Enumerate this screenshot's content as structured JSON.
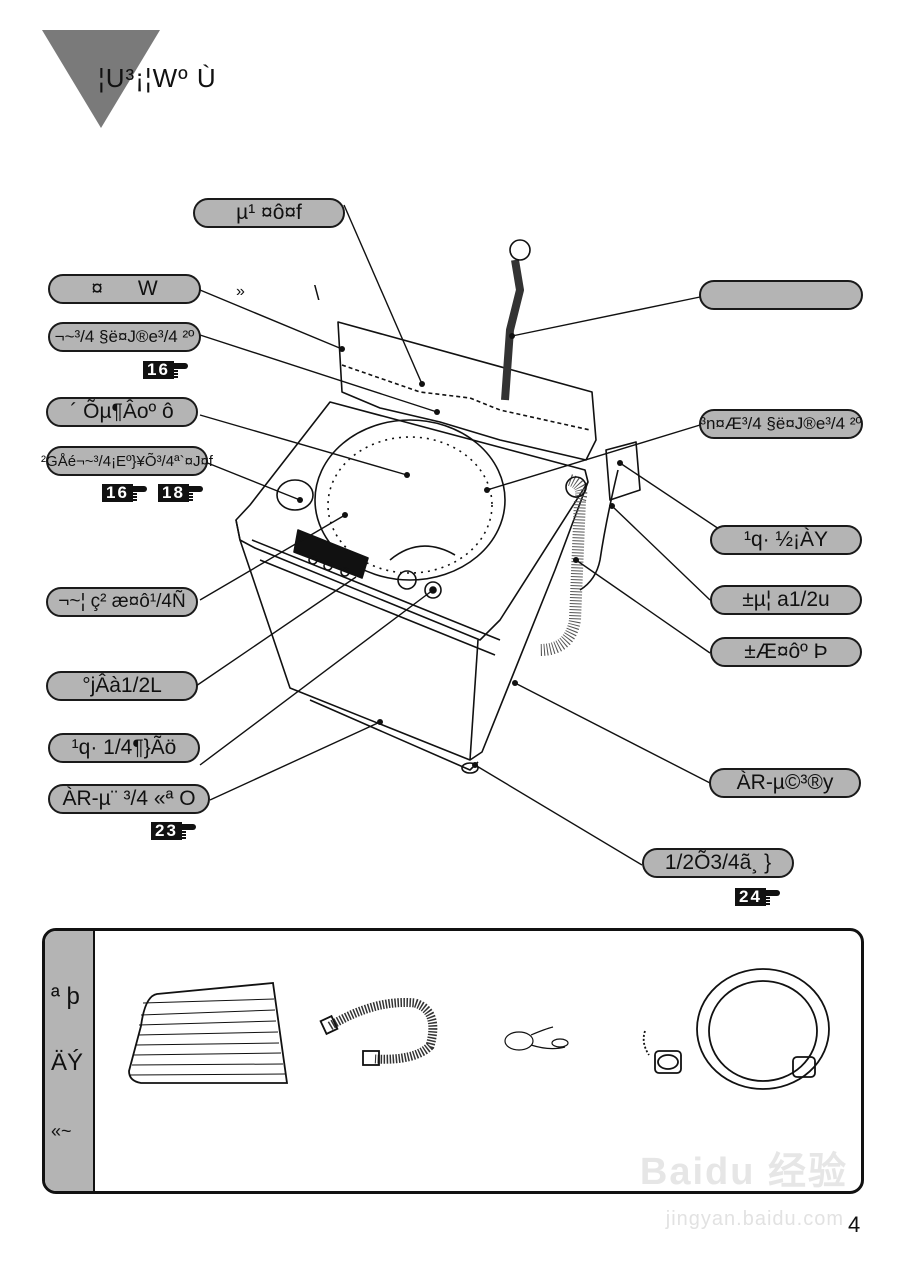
{
  "header": {
    "title": "¦U³¡¦Wº Ù"
  },
  "callouts_left": [
    {
      "id": "top-cover",
      "label": "¤      W"
    },
    {
      "id": "detergent-box",
      "label": "¬~³/4 §ë¤J®e³/4 ²º",
      "refs": [
        "16"
      ]
    },
    {
      "id": "lint-filter",
      "label": "´ Õµ¶Âoº ô"
    },
    {
      "id": "softener-box",
      "label": "²GÅé¬~³/4¡Eº}¥Õ³/4ª`¤J¤f",
      "refs": [
        "16",
        "18"
      ]
    },
    {
      "id": "wash-tub",
      "label": "¬~¦ ç² æ¤ô¹/4Ñ"
    },
    {
      "id": "control-panel",
      "label": "°jÂà1/2L"
    },
    {
      "id": "water-level-knob",
      "label": "¹q· 1/4¶}Ãö"
    },
    {
      "id": "adjustable-foot",
      "label": "ÀR-µ¨ ³/4 «ª O",
      "refs": [
        "23"
      ]
    }
  ],
  "callouts_top": [
    {
      "id": "lid-damper",
      "label": "µ¹ ¤ô¤f"
    }
  ],
  "callouts_right": [
    {
      "id": "inlet-hose",
      "label": ""
    },
    {
      "id": "fabric-softener",
      "label": "³n¤Æ³/4 §ë¤J®e³/4 ²º"
    },
    {
      "id": "power-plug",
      "label": "¹q· ½¡ÀY"
    },
    {
      "id": "ground-wire",
      "label": "±µ¦ a1/2u"
    },
    {
      "id": "drain-hose",
      "label": "±Æ¤ôº Þ"
    },
    {
      "id": "cabinet",
      "label": "ÀR-µ©³®y"
    },
    {
      "id": "level-feet",
      "label": "1/2Õ3/4ã¸ }",
      "refs": [
        "24"
      ]
    }
  ],
  "stray_marks": [
    "»",
    "\\"
  ],
  "accessories": {
    "side_label": [
      "ª þ",
      "ÄÝ",
      "«~"
    ],
    "items": [
      {
        "id": "cover-sheet",
        "icon": "cover-sheet-icon"
      },
      {
        "id": "drain-hose",
        "icon": "drain-hose-icon"
      },
      {
        "id": "cable-tie",
        "icon": "cable-tie-icon"
      },
      {
        "id": "inlet-hose",
        "icon": "inlet-hose-icon"
      }
    ]
  },
  "watermark": {
    "brand": "Baidu 经验",
    "url": "jingyan.baidu.com"
  },
  "page_number": "4"
}
